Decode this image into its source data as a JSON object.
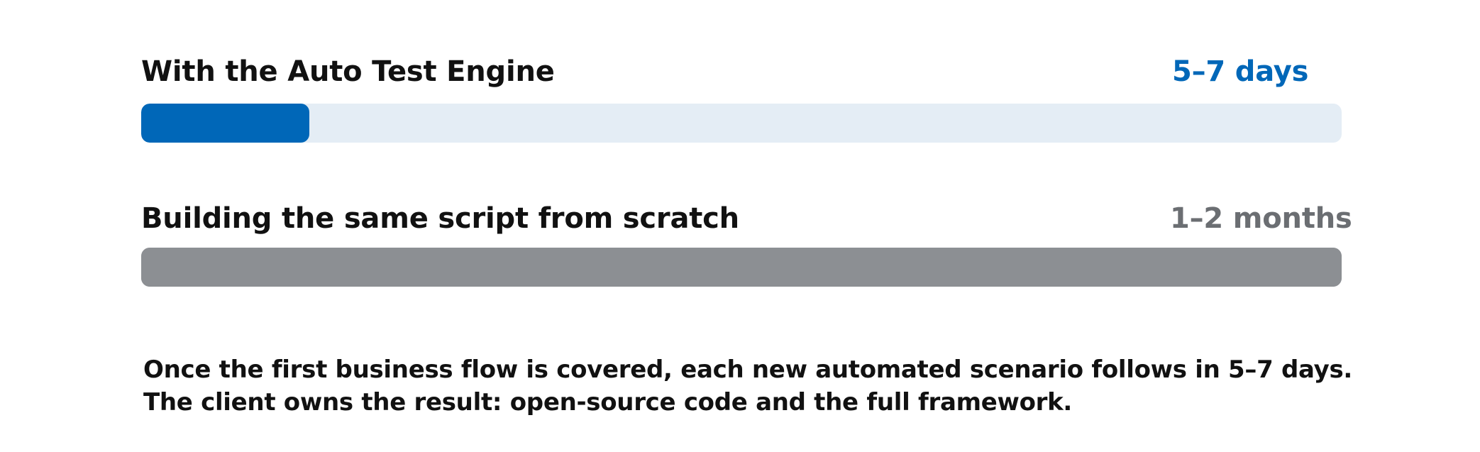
{
  "chart_data": {
    "type": "bar",
    "orientation": "horizontal",
    "categories": [
      "With the Auto Test Engine",
      "Building the same script from scratch"
    ],
    "value_labels": [
      "5–7 days",
      "1–2 months"
    ],
    "values": [
      0.14,
      1.0
    ],
    "colors": {
      "bar_1_fill": "#0067b8",
      "bar_1_track": "#e4edf5",
      "bar_1_value_text": "#0067b8",
      "bar_2_fill": "#8c8f93",
      "bar_2_track": "#8c8f93",
      "bar_2_value_text": "#6b6e72"
    },
    "legend": "none",
    "grid": false
  },
  "footnote": {
    "line_1": "Once the first business flow is covered, each new automated scenario follows in 5–7 days.",
    "line_2": "The client owns the result: open-source code and the full framework."
  }
}
